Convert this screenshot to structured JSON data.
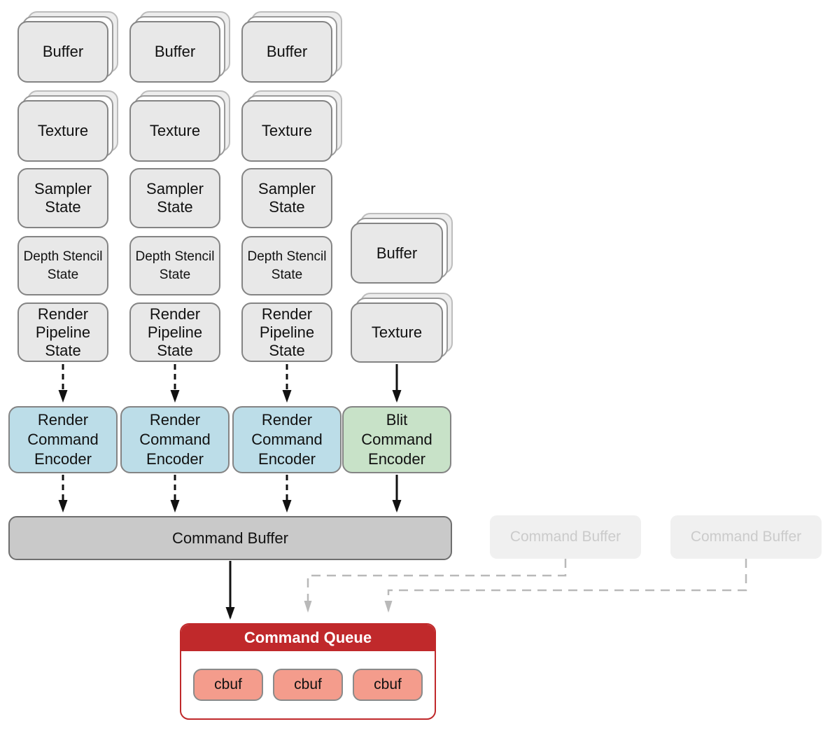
{
  "resources": {
    "buffer": "Buffer",
    "texture": "Texture",
    "sampler": "Sampler\nState",
    "depth_stencil": "Depth Stencil\nState",
    "render_pipeline": "Render\nPipeline\nState"
  },
  "encoders": {
    "render": "Render\nCommand\nEncoder",
    "blit": "Blit\nCommand\nEncoder"
  },
  "command_buffer": {
    "label": "Command Buffer"
  },
  "pending_command_buffers": [
    {
      "label": "Command Buffer"
    },
    {
      "label": "Command Buffer"
    }
  ],
  "command_queue": {
    "title": "Command Queue",
    "items": [
      {
        "label": "cbuf"
      },
      {
        "label": "cbuf"
      },
      {
        "label": "cbuf"
      }
    ]
  },
  "colors": {
    "box_gray": "#e8e8e8",
    "box_border": "#848484",
    "encoder_blue": "#bcdde8",
    "encoder_green": "#c8e2c8",
    "cmdbuf_gray": "#c9c9c9",
    "faded_fill": "#f0f0f0",
    "faded_text": "#cbcbcb",
    "queue_red": "#c0292b",
    "cbuf_fill": "#f49c8c",
    "arrow_black": "#111111",
    "arrow_gray": "#b9b9b9"
  }
}
